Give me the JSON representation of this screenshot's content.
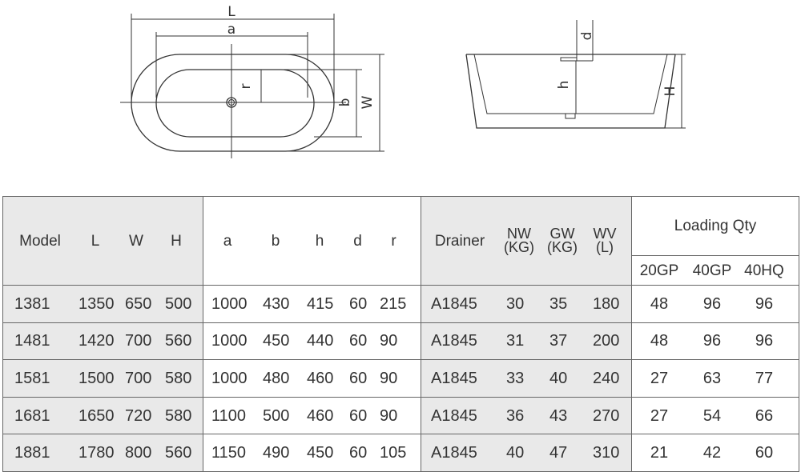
{
  "diagram": {
    "top_view": {
      "labels": {
        "L": "L",
        "a": "a",
        "r": "r",
        "b": "b",
        "W": "W"
      }
    },
    "side_view": {
      "labels": {
        "d": "d",
        "h": "h",
        "H": "H"
      }
    }
  },
  "table": {
    "headers": {
      "model": "Model",
      "L": "L",
      "W": "W",
      "H": "H",
      "a": "a",
      "b": "b",
      "h": "h",
      "d": "d",
      "r": "r",
      "drainer": "Drainer",
      "nw": "NW",
      "nw_unit": "(KG)",
      "gw": "GW",
      "gw_unit": "(KG)",
      "wv": "WV",
      "wv_unit": "(L)",
      "loading_qty": "Loading Qty",
      "gp20": "20GP",
      "gp40": "40GP",
      "hq40": "40HQ"
    },
    "rows": [
      {
        "model": "1381",
        "L": "1350",
        "W": "650",
        "H": "500",
        "a": "1000",
        "b": "430",
        "h": "415",
        "d": "60",
        "r": "215",
        "drainer": "A1845",
        "nw": "30",
        "gw": "35",
        "wv": "180",
        "gp20": "48",
        "gp40": "96",
        "hq40": "96"
      },
      {
        "model": "1481",
        "L": "1420",
        "W": "700",
        "H": "560",
        "a": "1000",
        "b": "450",
        "h": "440",
        "d": "60",
        "r": "90",
        "drainer": "A1845",
        "nw": "31",
        "gw": "37",
        "wv": "200",
        "gp20": "48",
        "gp40": "96",
        "hq40": "96"
      },
      {
        "model": "1581",
        "L": "1500",
        "W": "700",
        "H": "580",
        "a": "1000",
        "b": "480",
        "h": "460",
        "d": "60",
        "r": "90",
        "drainer": "A1845",
        "nw": "33",
        "gw": "40",
        "wv": "240",
        "gp20": "27",
        "gp40": "63",
        "hq40": "77"
      },
      {
        "model": "1681",
        "L": "1650",
        "W": "720",
        "H": "580",
        "a": "1100",
        "b": "500",
        "h": "460",
        "d": "60",
        "r": "90",
        "drainer": "A1845",
        "nw": "36",
        "gw": "43",
        "wv": "270",
        "gp20": "27",
        "gp40": "54",
        "hq40": "66"
      },
      {
        "model": "1881",
        "L": "1780",
        "W": "800",
        "H": "560",
        "a": "1150",
        "b": "490",
        "h": "450",
        "d": "60",
        "r": "105",
        "drainer": "A1845",
        "nw": "40",
        "gw": "47",
        "wv": "310",
        "gp20": "21",
        "gp40": "42",
        "hq40": "60"
      }
    ]
  },
  "colors": {
    "shaded_cell": "#e9e9e9",
    "line": "#666666",
    "text": "#333333"
  }
}
